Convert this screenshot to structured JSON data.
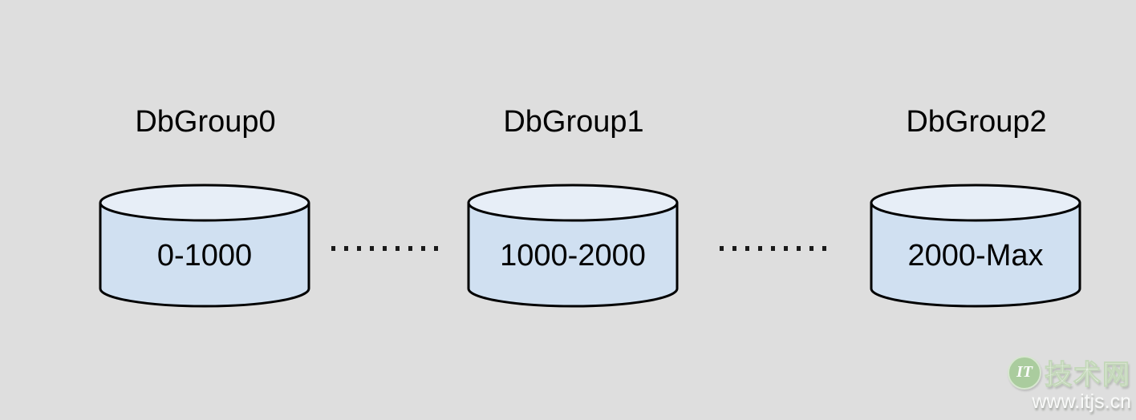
{
  "page": {
    "background": "#dedede"
  },
  "diagram": {
    "groups": [
      {
        "label": "DbGroup0",
        "range": "0-1000"
      },
      {
        "label": "DbGroup1",
        "range": "1000-2000"
      },
      {
        "label": "DbGroup2",
        "range": "2000-Max"
      }
    ],
    "colors": {
      "cylinder_body": "#d0e0f1",
      "cylinder_top": "#e7eef7",
      "outline": "#000000",
      "dots": "#1a1a1a",
      "text": "#000000"
    }
  },
  "watermark": {
    "logo_text": "IT",
    "site_name": "技术网",
    "site_url": "www.itjs.cn",
    "logo_green": "#a6cb99"
  }
}
